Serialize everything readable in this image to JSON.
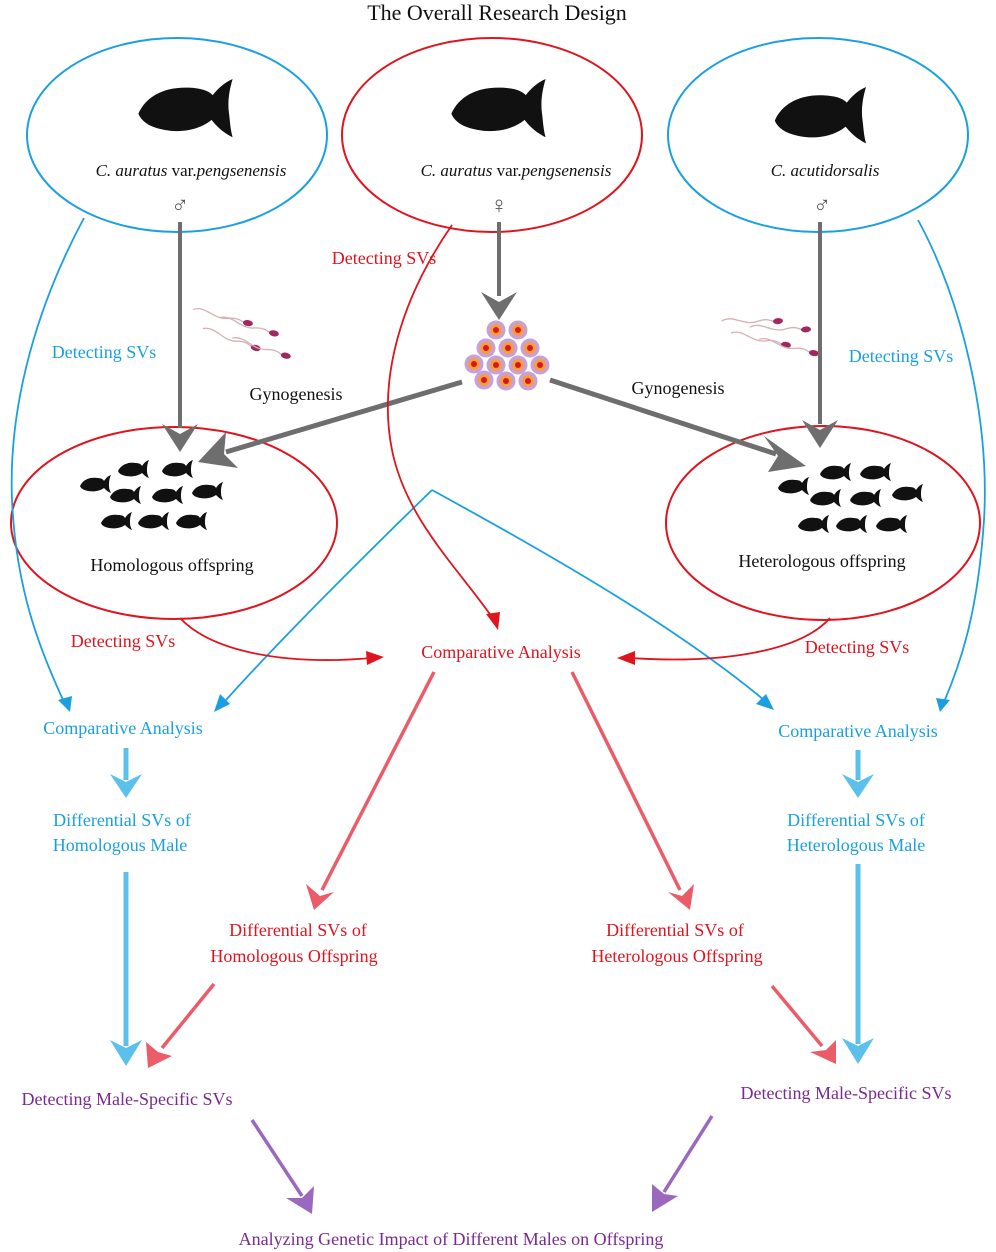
{
  "title": "The Overall Research Design",
  "parents": {
    "left": {
      "species_italic": "C. auratus",
      "species_suffix": "var.",
      "variety_italic": "pengsenensis",
      "sex": "♂"
    },
    "center": {
      "species_italic": "C. auratus",
      "species_suffix": "var.",
      "variety_italic": "pengsenensis",
      "sex": "♀"
    },
    "right": {
      "species_italic": "C. acutidorsalis",
      "sex": "♂"
    }
  },
  "offspring": {
    "left": "Homologous offspring",
    "right": "Heterologous offspring"
  },
  "process": {
    "gynogenesis_left": "Gynogenesis",
    "gynogenesis_right": "Gynogenesis"
  },
  "labels": {
    "detect_left_male": "Detecting SVs",
    "detect_female": "Detecting SVs",
    "detect_right_male": "Detecting SVs",
    "detect_homo_offspring": "Detecting SVs",
    "detect_hetero_offspring": "Detecting SVs",
    "comparative_center": "Comparative Analysis",
    "comparative_left": "Comparative Analysis",
    "comparative_right": "Comparative Analysis",
    "diff_homo_male_1": "Differential SVs of",
    "diff_homo_male_2": "Homologous Male",
    "diff_hetero_male_1": "Differential SVs of",
    "diff_hetero_male_2": "Heterologous  Male",
    "diff_homo_off_1": "Differential SVs of",
    "diff_homo_off_2": "Homologous Offspring",
    "diff_hetero_off_1": "Differential SVs of",
    "diff_hetero_off_2": "Heterologous Offspring",
    "male_specific_left": "Detecting Male-Specific SVs",
    "male_specific_right": "Detecting Male-Specific SVs",
    "final": "Analyzing Genetic Impact of Different Males on Offspring"
  },
  "colors": {
    "blue": "#1aa0e0",
    "red": "#e0141e",
    "light_red": "#ec5c68",
    "light_blue": "#5cc0ec",
    "purple": "#7a2a90",
    "light_purple": "#9a68be",
    "gray": "#6e6e6e"
  },
  "icons": [
    "fish-icon",
    "sperm-icon",
    "egg-icon"
  ]
}
